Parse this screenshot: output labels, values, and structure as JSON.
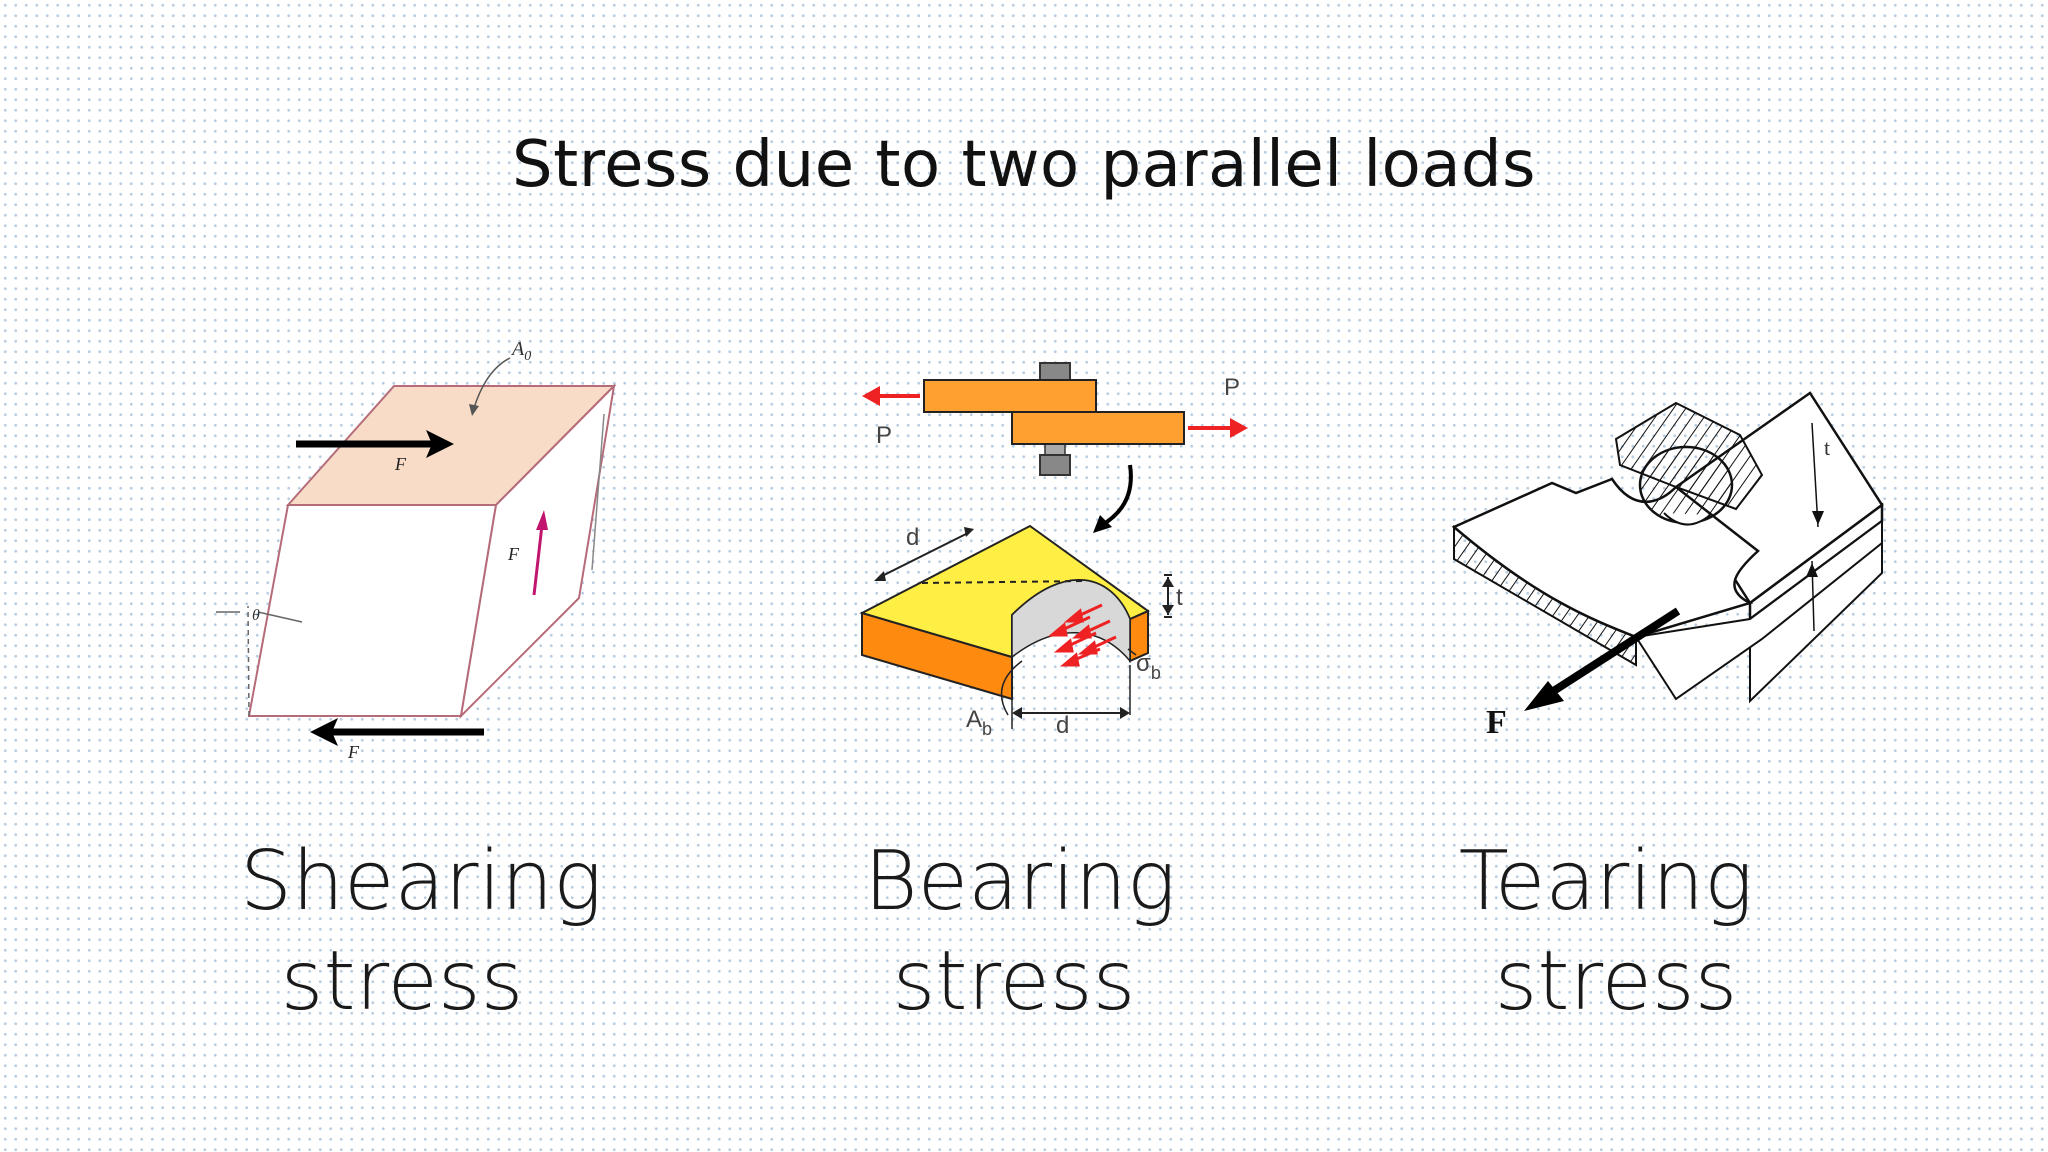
{
  "title": "Stress due to two parallel loads",
  "figures": {
    "shearing": {
      "label_area": "A",
      "label_area_sub": "0",
      "label_force": "F",
      "label_angle": "θ"
    },
    "bearing": {
      "label_load": "P",
      "label_d": "d",
      "label_t": "t",
      "label_area": "A",
      "label_area_sub": "b",
      "label_stress": "σ",
      "label_stress_sub": "b"
    },
    "tearing": {
      "label_t": "t",
      "label_force": "F"
    }
  },
  "captions": {
    "shearing": {
      "line1": "Shearing",
      "line2": "stress"
    },
    "bearing": {
      "line1": "Bearing",
      "line2": "stress"
    },
    "tearing": {
      "line1": "Tearing",
      "line2": "stress"
    }
  },
  "colors": {
    "shear_top_face": "#f8dcc8",
    "shear_edge": "#b56b78",
    "bearing_plate": "#ffa030",
    "bearing_top": "#ffee44",
    "bearing_side": "#ff8a10",
    "load_arrow": "#ee2222",
    "magenta_arrow": "#c0146e"
  }
}
